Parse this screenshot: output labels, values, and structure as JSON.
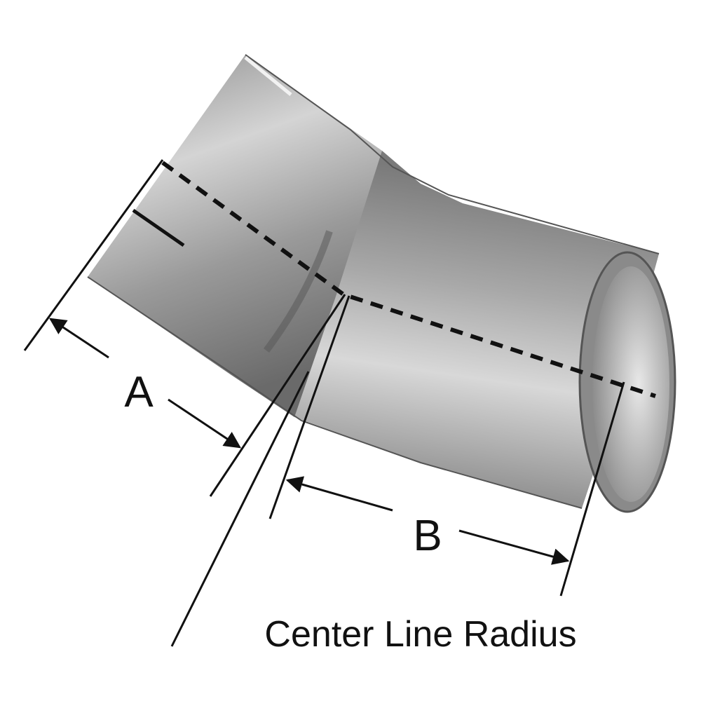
{
  "labels": {
    "dimension_a": "A",
    "dimension_b": "B",
    "center_line_radius": "Center Line Radius"
  },
  "colors": {
    "line": "#111111",
    "pipe_light": "#cfcfcf",
    "pipe_dark": "#6e6e6e",
    "background": "#ffffff"
  }
}
